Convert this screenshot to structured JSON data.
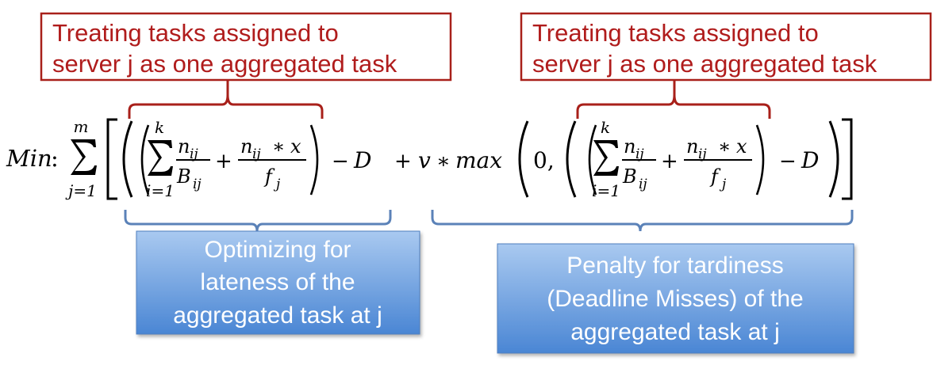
{
  "callouts": {
    "left": {
      "line1": "Treating tasks assigned to",
      "line2": "server j as one aggregated task"
    },
    "right": {
      "line1": "Treating tasks assigned to",
      "line2": "server j as one aggregated task"
    }
  },
  "notes": {
    "left": {
      "line1": "Optimizing for",
      "line2": "lateness of the",
      "line3": "aggregated task at j"
    },
    "right": {
      "line1": "Penalty for tardiness",
      "line2": "(Deadline Misses) of the",
      "line3": "aggregated task at j"
    }
  },
  "formula": {
    "min": "Min",
    "colon": ":",
    "outer_sum_upper": "m",
    "outer_sum_lower": "j=1",
    "inner_sum_upper": "k",
    "inner_sum_lower": "i=1",
    "n": "n",
    "ij": "ij",
    "B": "B",
    "x": "x",
    "f": "f",
    "j": "j",
    "star": "∗",
    "plus": "+",
    "minus": "−",
    "D": "D",
    "v": "v",
    "max": "max",
    "zero": "0,"
  },
  "colors": {
    "callout_border": "#a8201a",
    "callout_text": "#b01c1c",
    "brace": "#5b82b8",
    "note_top": "#a9c9f0",
    "note_bottom": "#4a86d4",
    "note_text": "#ffffff"
  }
}
